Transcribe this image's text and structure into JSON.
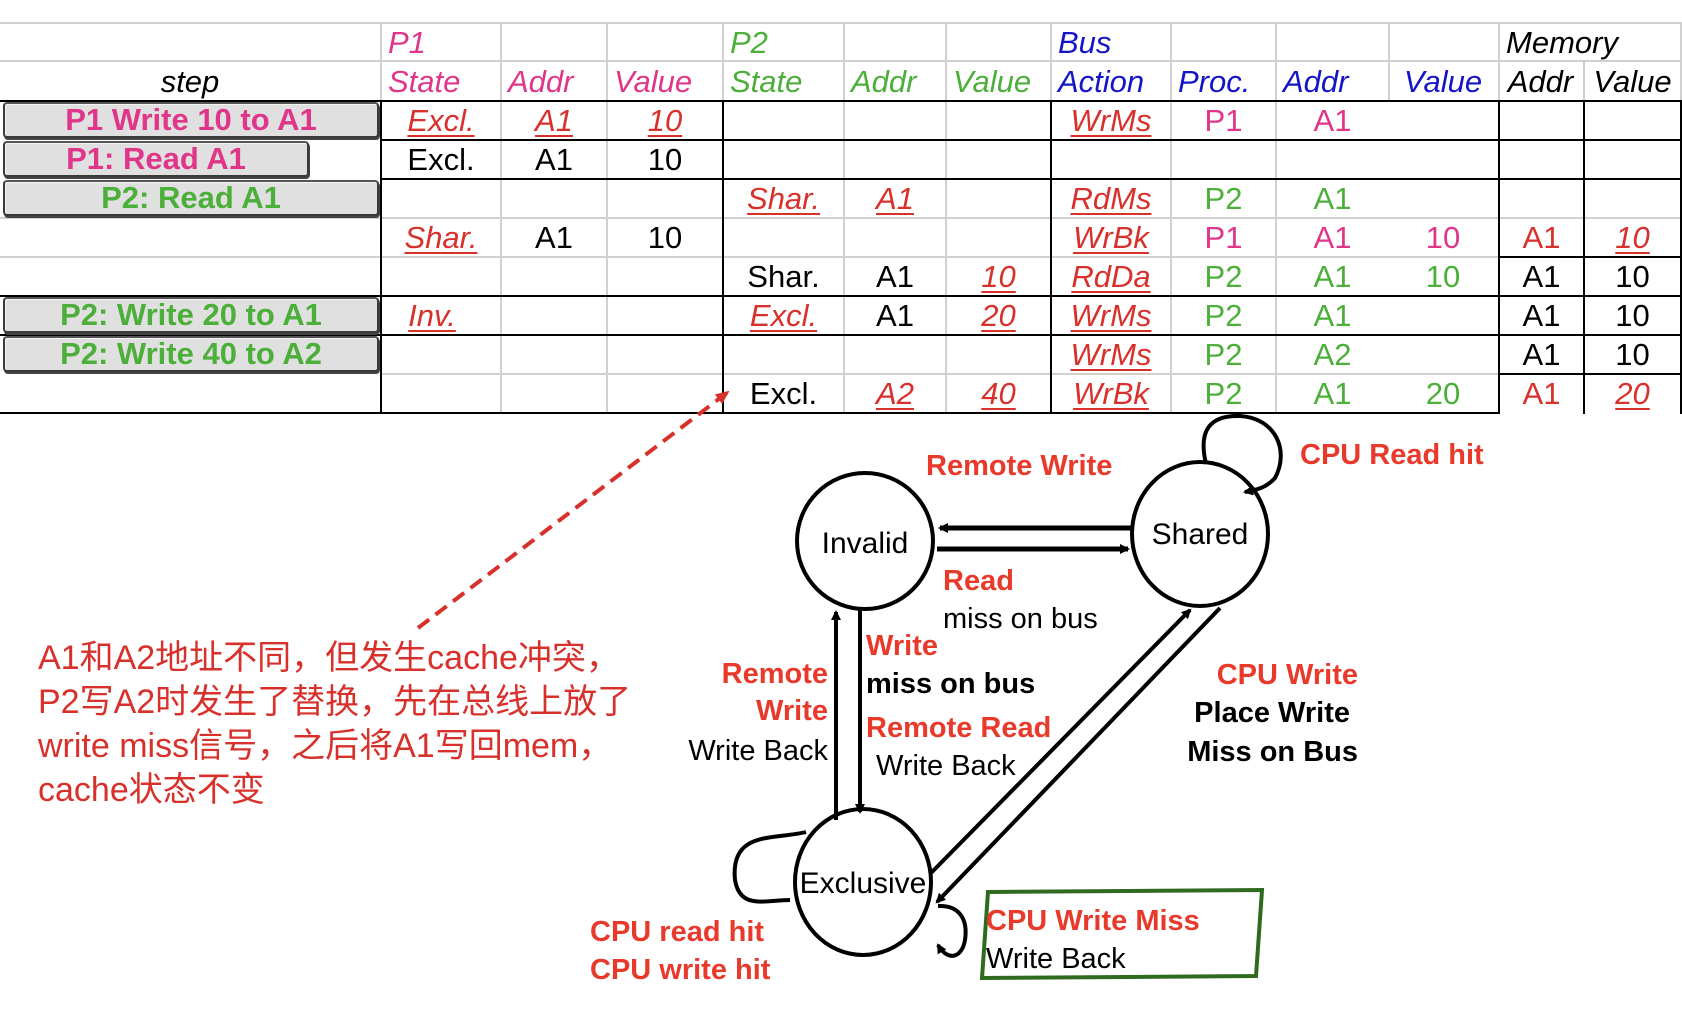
{
  "table": {
    "group_headers": {
      "p1": "P1",
      "p2": "P2",
      "bus": "Bus",
      "memory": "Memory"
    },
    "column_headers": {
      "step": "step",
      "p1_state": "State",
      "p1_addr": "Addr",
      "p1_value": "Value",
      "p2_state": "State",
      "p2_addr": "Addr",
      "p2_value": "Value",
      "bus_action": "Action",
      "bus_proc": "Proc.",
      "bus_addr": "Addr",
      "bus_value": "Value",
      "mem_addr": "Addr",
      "mem_value": "Value"
    },
    "rows": [
      {
        "step": "P1 Write 10 to A1",
        "p1_state": "Excl.",
        "p1_addr": "A1",
        "p1_value": "10",
        "p2_state": "",
        "p2_addr": "",
        "p2_value": "",
        "bus_action": "WrMs",
        "bus_proc": "P1",
        "bus_addr": "A1",
        "bus_value": "",
        "mem_addr": "",
        "mem_value": ""
      },
      {
        "step": "P1: Read A1",
        "p1_state": "Excl.",
        "p1_addr": "A1",
        "p1_value": "10",
        "p2_state": "",
        "p2_addr": "",
        "p2_value": "",
        "bus_action": "",
        "bus_proc": "",
        "bus_addr": "",
        "bus_value": "",
        "mem_addr": "",
        "mem_value": ""
      },
      {
        "step": "P2: Read A1",
        "p1_state": "",
        "p1_addr": "",
        "p1_value": "",
        "p2_state": "Shar.",
        "p2_addr": "A1",
        "p2_value": "",
        "bus_action": "RdMs",
        "bus_proc": "P2",
        "bus_addr": "A1",
        "bus_value": "",
        "mem_addr": "",
        "mem_value": ""
      },
      {
        "step": "",
        "p1_state": "Shar.",
        "p1_addr": "A1",
        "p1_value": "10",
        "p2_state": "",
        "p2_addr": "",
        "p2_value": "",
        "bus_action": "WrBk",
        "bus_proc": "P1",
        "bus_addr": "A1",
        "bus_value": "10",
        "mem_addr": "A1",
        "mem_value": "10"
      },
      {
        "step": "",
        "p1_state": "",
        "p1_addr": "",
        "p1_value": "",
        "p2_state": "Shar.",
        "p2_addr": "A1",
        "p2_value": "10",
        "bus_action": "RdDa",
        "bus_proc": "P2",
        "bus_addr": "A1",
        "bus_value": "10",
        "mem_addr": "A1",
        "mem_value": "10"
      },
      {
        "step": "P2: Write 20 to A1",
        "p1_state": "Inv.",
        "p1_addr": "",
        "p1_value": "",
        "p2_state": "Excl.",
        "p2_addr": "A1",
        "p2_value": "20",
        "bus_action": "WrMs",
        "bus_proc": "P2",
        "bus_addr": "A1",
        "bus_value": "",
        "mem_addr": "A1",
        "mem_value": "10"
      },
      {
        "step": "P2: Write 40 to A2",
        "p1_state": "",
        "p1_addr": "",
        "p1_value": "",
        "p2_state": "",
        "p2_addr": "",
        "p2_value": "",
        "bus_action": "WrMs",
        "bus_proc": "P2",
        "bus_addr": "A2",
        "bus_value": "",
        "mem_addr": "A1",
        "mem_value": "10"
      },
      {
        "step": "",
        "p1_state": "",
        "p1_addr": "",
        "p1_value": "",
        "p2_state": "Excl.",
        "p2_addr": "A2",
        "p2_value": "40",
        "bus_action": "WrBk",
        "bus_proc": "P2",
        "bus_addr": "A1",
        "bus_value": "20",
        "mem_addr": "A1",
        "mem_value": "20"
      }
    ]
  },
  "annotation": {
    "text": "A1和A2地址不同，但发生cache冲突，P2写A2时发生了替换，先在总线上放了write miss信号，之后将A1写回mem，cache状态不变"
  },
  "state_diagram": {
    "states": {
      "invalid": "Invalid",
      "shared": "Shared",
      "exclusive": "Exclusive"
    },
    "labels": {
      "remote_write_top": "Remote Write",
      "read": "Read",
      "miss_on_bus": "miss on bus",
      "cpu_read_hit": "CPU Read hit",
      "write": "Write",
      "write_miss_on_bus": "miss on bus",
      "remote_read": "Remote Read",
      "remote_read_action": "Write Back",
      "remote_left": "Remote",
      "write_left": "Write",
      "write_back_left": "Write Back",
      "cpu_write": "CPU Write",
      "place_write": "Place Write",
      "miss_on_bus_right": "Miss on Bus",
      "cpu_read_hit_excl": "CPU read hit",
      "cpu_write_hit_excl": "CPU write hit",
      "cpu_write_miss": "CPU Write Miss",
      "cpu_write_miss_action": "Write Back"
    }
  },
  "colors": {
    "p1": "#e0368a",
    "p2": "#4caf3a",
    "bus": "#1414c8",
    "changed": "#d8302a",
    "highlight_box": "#2e6b1f"
  }
}
